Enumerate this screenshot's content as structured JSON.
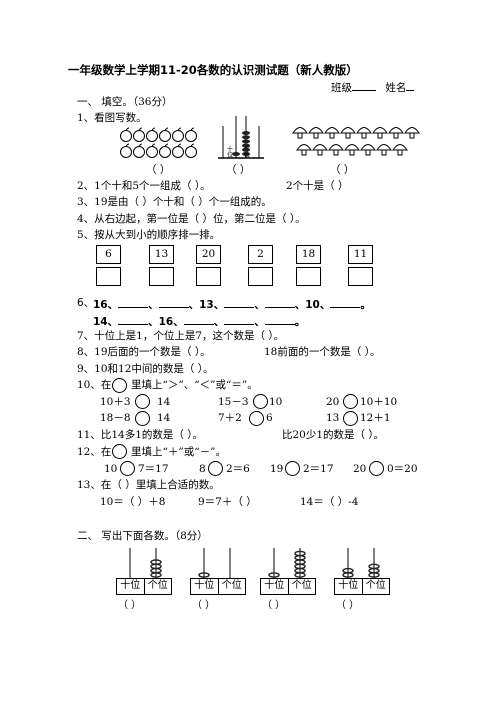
{
  "title": "一年级数学上学期11-20各数的认识测试题（新人教版）",
  "meta": {
    "class_label": "班级",
    "name_label": "姓名"
  },
  "sec1": {
    "heading": "一、  填空。（36分）"
  },
  "q1": {
    "text": "1、看图写数。",
    "blank1": "（    ）",
    "blank2": "（    ）",
    "blank3": "（    ）",
    "abacus_labels": [
      "十",
      "位",
      "个",
      "位"
    ]
  },
  "q2": {
    "part1": "2、1个十和5个一组成（    ）。",
    "part2": "2个十是（    ）"
  },
  "q3": "3、19是由（    ）个十和（    ）个一组成的。",
  "q4": "4、从右边起，第一位是（    ）位，第二位是（    ）。",
  "q5": {
    "text": "5、按从大到小的顺序排一排。",
    "numbers": [
      "6",
      "13",
      "20",
      "2",
      "18",
      "11"
    ]
  },
  "q6": {
    "label": "6、",
    "row1": [
      "16、",
      "、",
      "、13、",
      "、",
      "、10、",
      "。"
    ],
    "row2": [
      "14、",
      "、16、",
      "、",
      "、",
      "。"
    ]
  },
  "q7": "7、十位上是1，个位上是7，这个数是（      ）。",
  "q8": {
    "part1": "8、19后面的一个数是（    ）。",
    "part2": "18前面的一个数是（    ）。"
  },
  "q9": "9、10和12中间的数是（      ）。",
  "q10": {
    "intro_a": "10、在",
    "intro_b": "里填上“＞”、“＜”或“＝”。",
    "items": [
      {
        "left": "10＋3",
        "right": "14"
      },
      {
        "left": "15－3",
        "right": "10"
      },
      {
        "left": "20",
        "right": "10＋10"
      },
      {
        "left": "18－8",
        "right": "14"
      },
      {
        "left": "7＋2",
        "right": "6"
      },
      {
        "left": "13",
        "right": "12＋1"
      }
    ]
  },
  "q11": {
    "part1": "11、比14多1的数是（    ）。",
    "part2": "比20少1的数是（    ）。"
  },
  "q12": {
    "intro_a": "12、在",
    "intro_b": "里填上“＋”或“－”。",
    "items": [
      {
        "left": "10",
        "right": "7＝17"
      },
      {
        "left": "8",
        "right": "2＝6"
      },
      {
        "left": "19",
        "right": "2＝17"
      },
      {
        "left": "20",
        "right": "0＝20"
      }
    ]
  },
  "q13": {
    "text": "13、在（  ）里填上合适的数。",
    "items": [
      "10＝（    ）＋8",
      "9＝7＋（    ）",
      "14＝（    ）-4"
    ]
  },
  "sec2": {
    "heading": "二、  写出下面各数。（8分）",
    "abacus_label": [
      "十位",
      "个位"
    ],
    "blank": "（        ）",
    "beads": [
      [
        0,
        4
      ],
      [
        1,
        0
      ],
      [
        1,
        6
      ],
      [
        2,
        3
      ]
    ]
  },
  "colors": {
    "ink": "#000000",
    "bead": "#222222"
  }
}
